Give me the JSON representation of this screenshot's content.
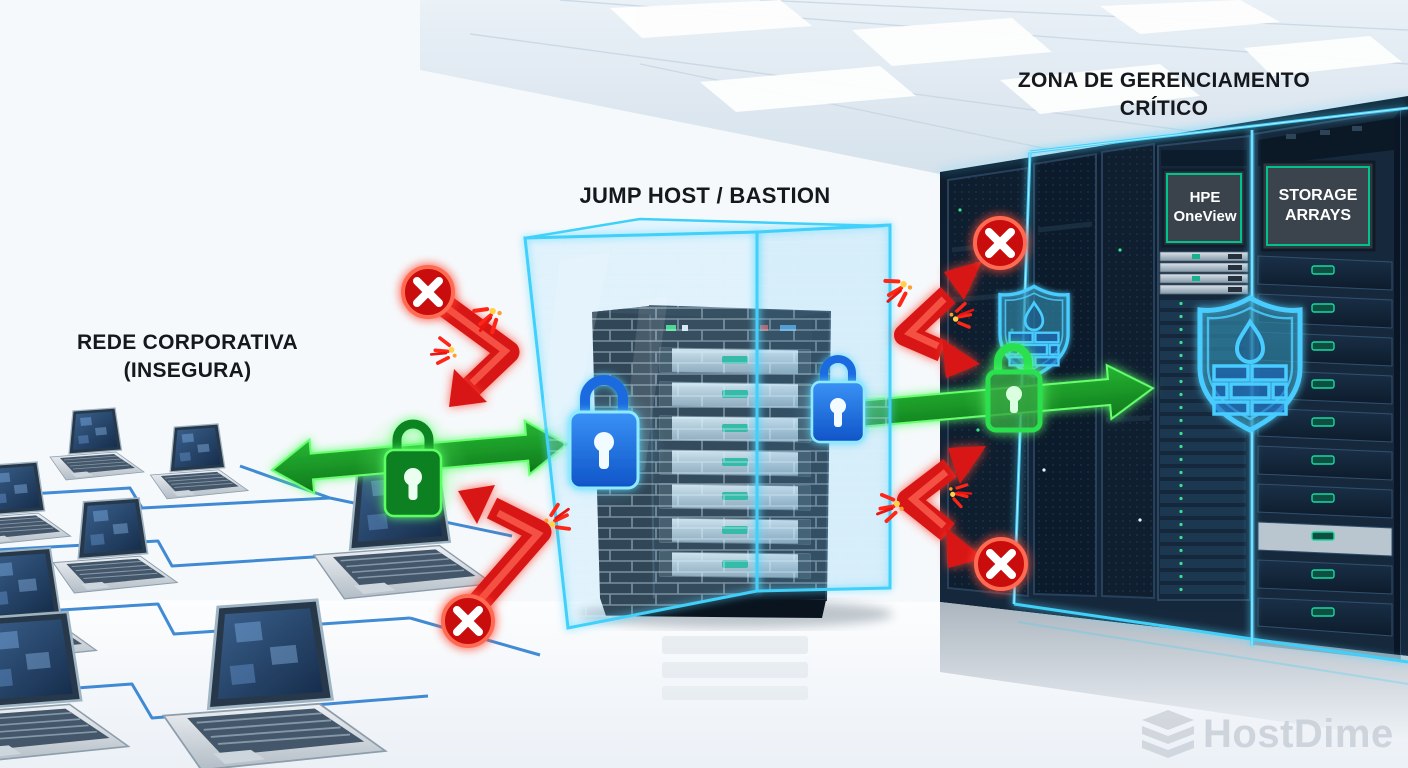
{
  "zones": {
    "corporate": {
      "line1": "REDE CORPORATIVA",
      "line2": "(INSEGURA)"
    },
    "bastion": {
      "label": "JUMP HOST / BASTION"
    },
    "critical": {
      "line1": "ZONA DE GERENCIAMENTO",
      "line2": "CRÍTICO"
    }
  },
  "rack_displays": {
    "hpe_oneview": {
      "line1": "HPE",
      "line2": "OneView"
    },
    "storage_arrays": {
      "line1": "STORAGE",
      "line2": "ARRAYS"
    }
  },
  "watermark": {
    "brand": "HostDime"
  },
  "colors": {
    "secure_green": "#17a02b",
    "blocked_red": "#e11212",
    "glass_cyan": "#3fd0fa",
    "lock_blue": "#1b6ae0",
    "hpe_teal": "#00c28c",
    "rack_navy": "#0f2133",
    "watermark_gray": "#c8cfd7"
  }
}
